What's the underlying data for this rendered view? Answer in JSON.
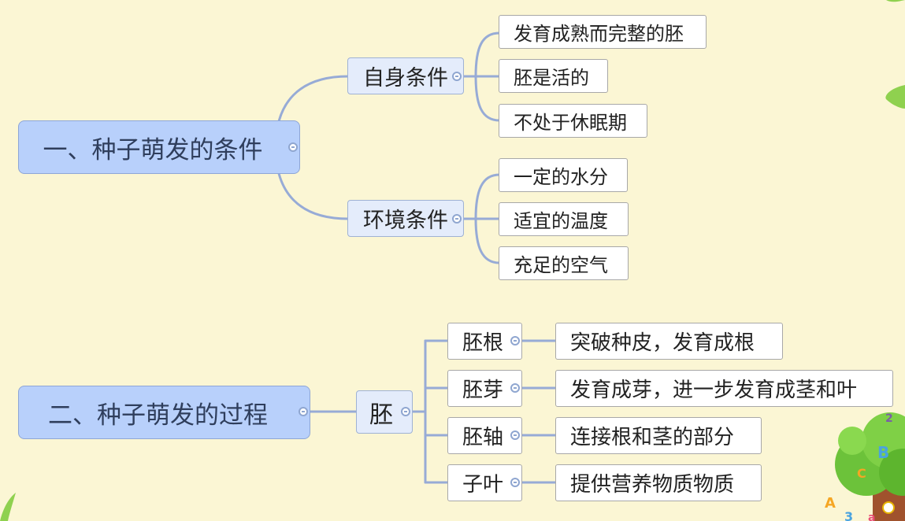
{
  "colors": {
    "background": "#fbf6d4",
    "connector": "#97abd6",
    "root_fill": "#b8d0fb",
    "mid_fill": "#e4ecfb",
    "leaf_fill": "#ffffff"
  },
  "map1": {
    "title": "一、种子萌发的条件",
    "branch_self": {
      "label": "自身条件",
      "items": [
        "发育成熟而完整的胚",
        "胚是活的",
        "不处于休眠期"
      ]
    },
    "branch_env": {
      "label": "环境条件",
      "items": [
        "一定的水分",
        "适宜的温度",
        "充足的空气"
      ]
    }
  },
  "map2": {
    "title": "二、种子萌发的过程",
    "hub": "胚",
    "parts": [
      {
        "label": "胚根",
        "desc": "突破种皮，发育成根"
      },
      {
        "label": "胚芽",
        "desc": "发育成芽，进一步发育成茎和叶"
      },
      {
        "label": "胚轴",
        "desc": "连接根和茎的部分"
      },
      {
        "label": "子叶",
        "desc": "提供营养物质物质"
      }
    ]
  },
  "decorations": [
    "leaf-icon",
    "tree-icon",
    "letter-balloons-icon"
  ]
}
